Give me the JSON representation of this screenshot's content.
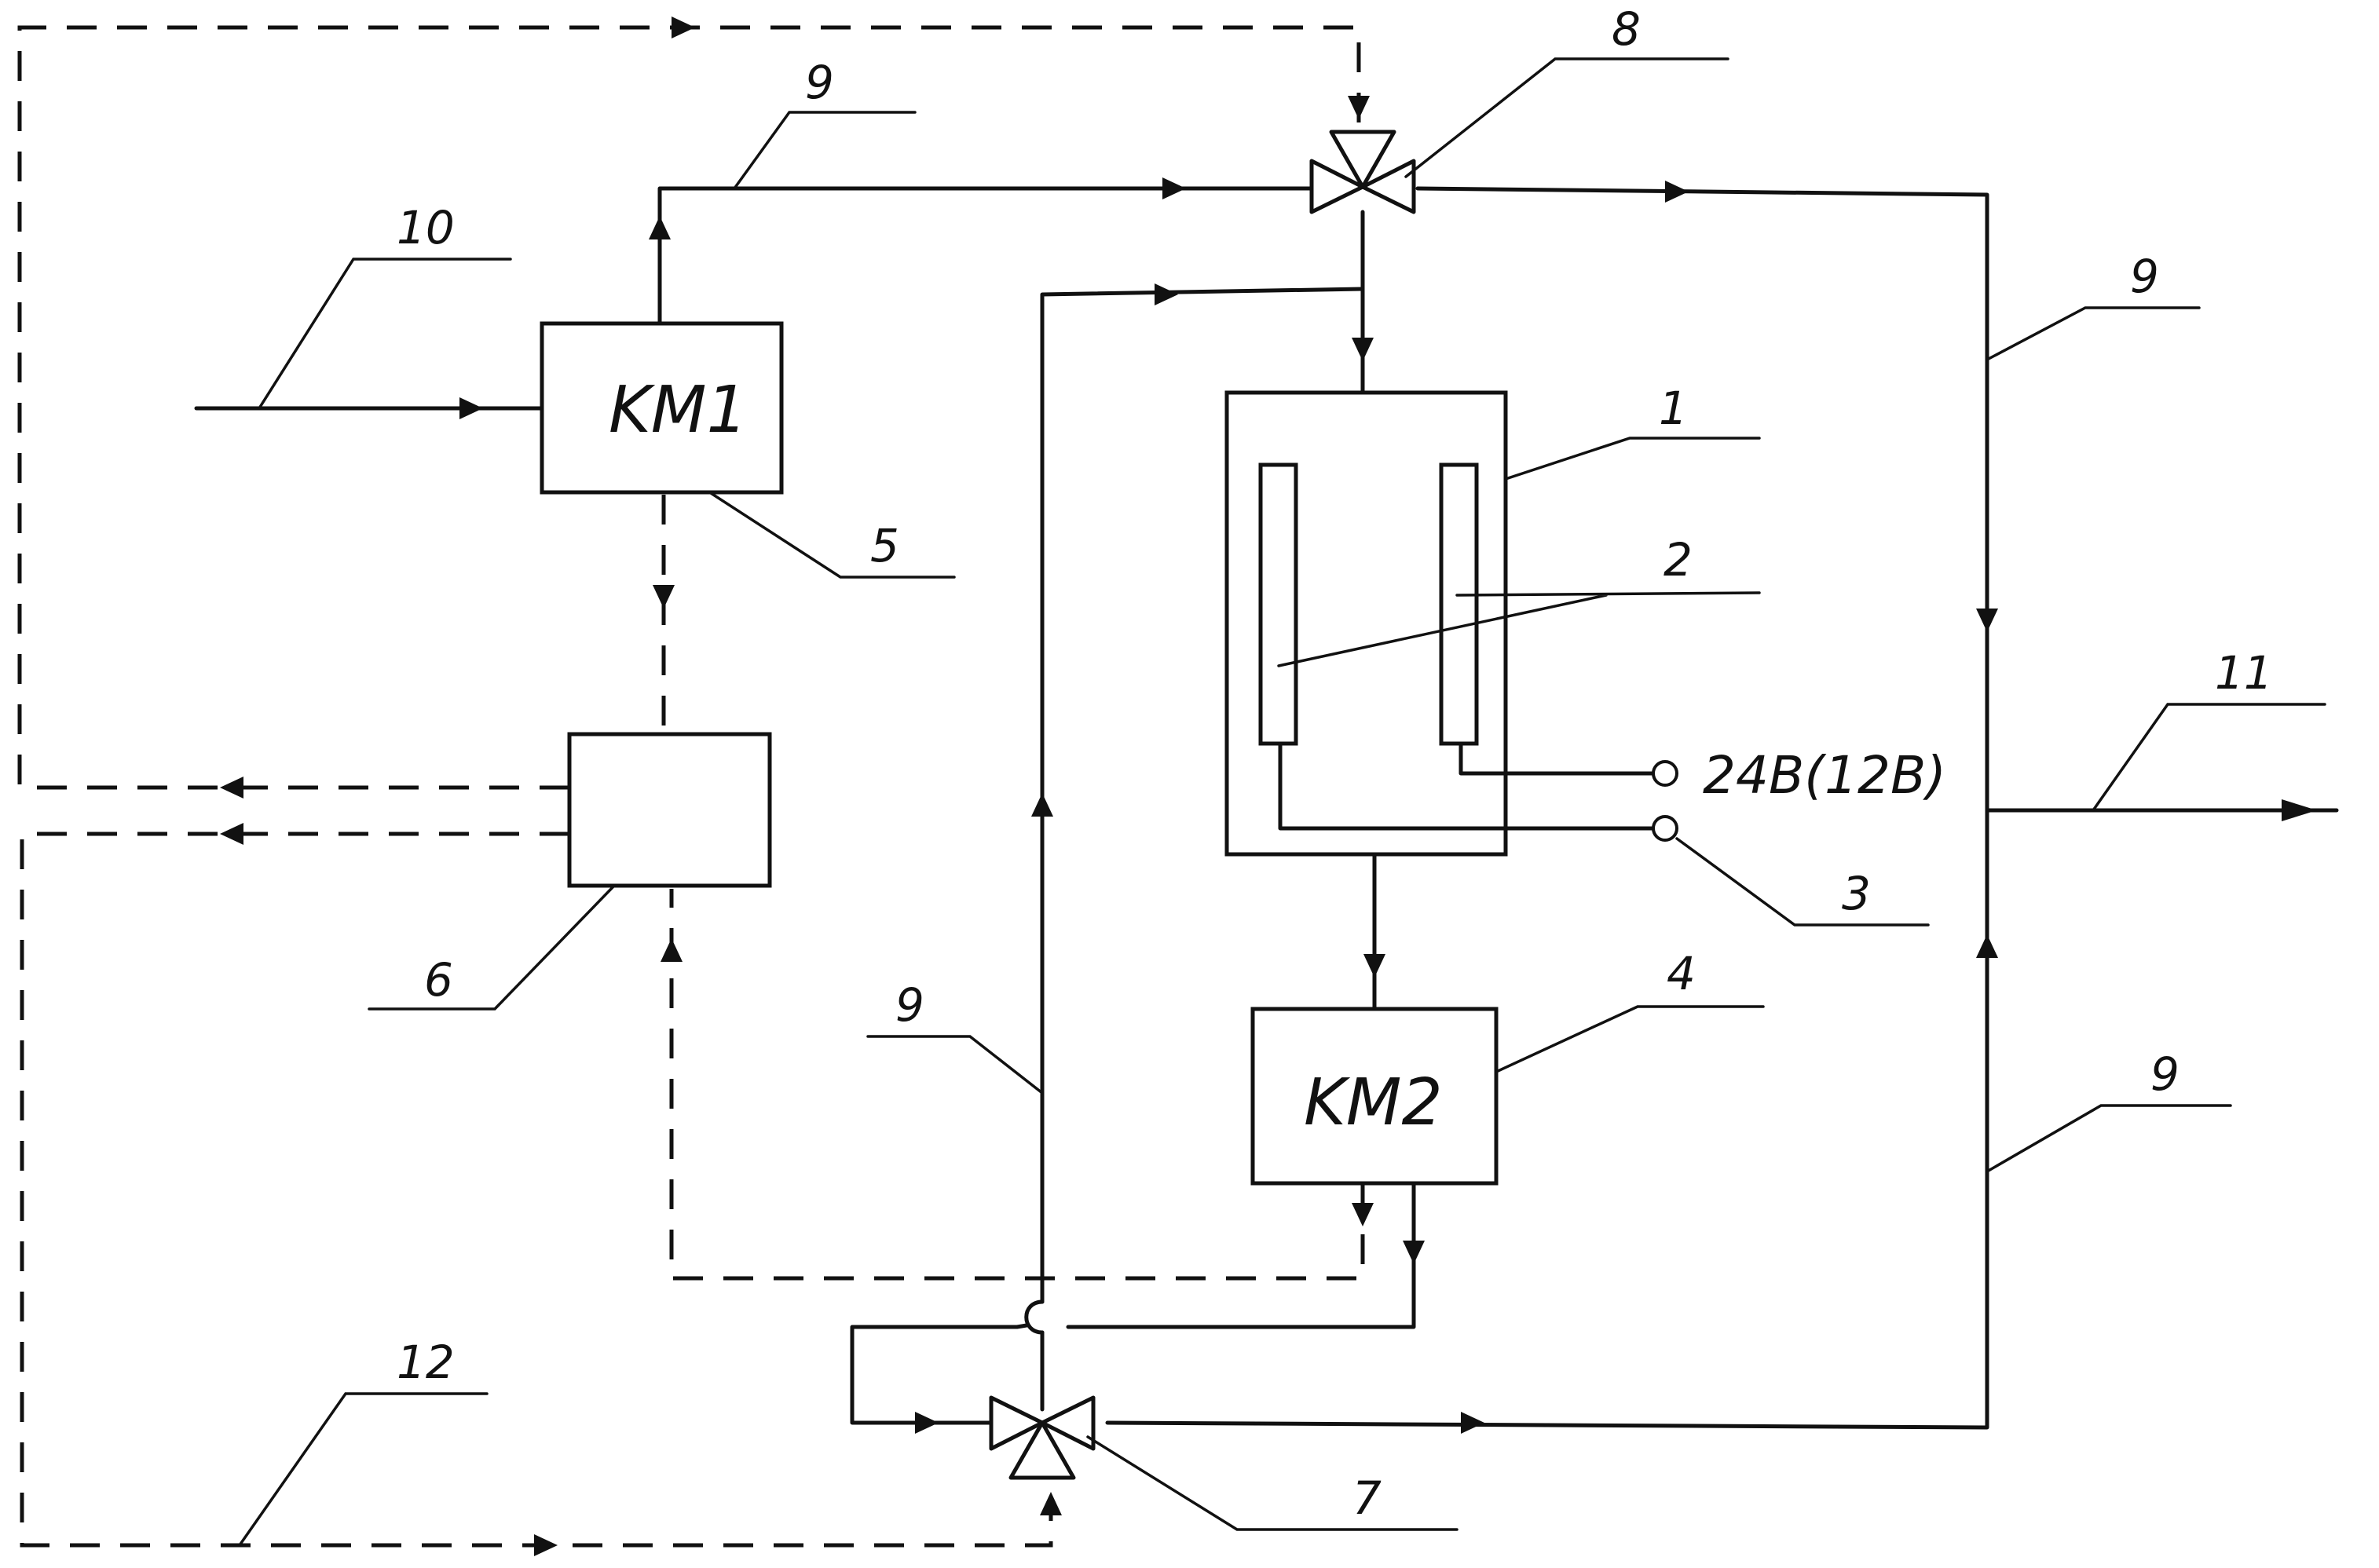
{
  "blocks": {
    "km1": "KM1",
    "km2": "KM2"
  },
  "voltage": "24B(12B)",
  "labels": {
    "n1": "1",
    "n2": "2",
    "n3": "3",
    "n4": "4",
    "n5": "5",
    "n6": "6",
    "n7": "7",
    "n8": "8",
    "n9_top": "9",
    "n9_right_upper": "9",
    "n9_left": "9",
    "n9_right_lower": "9",
    "n10": "10",
    "n11": "11",
    "n12": "12"
  }
}
